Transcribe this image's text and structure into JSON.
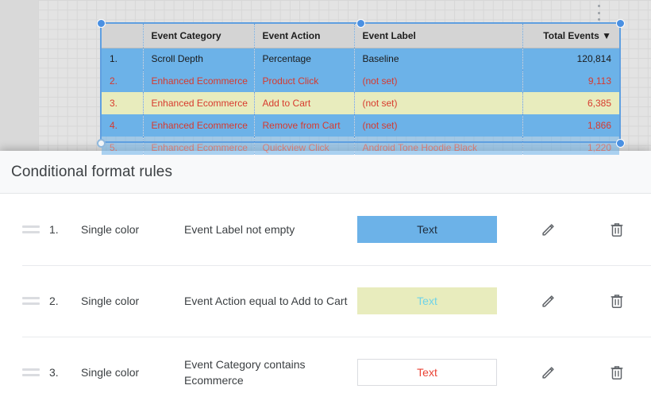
{
  "background": {
    "kebab_menu_label": "more-options",
    "table": {
      "columns": [
        {
          "key": "idx",
          "label": ""
        },
        {
          "key": "cat",
          "label": "Event Category"
        },
        {
          "key": "act",
          "label": "Event Action"
        },
        {
          "key": "lbl",
          "label": "Event Label"
        },
        {
          "key": "tot",
          "label": "Total Events"
        }
      ],
      "sort_indicator": "▼",
      "rows": [
        {
          "idx": "1.",
          "cat": "Scroll Depth",
          "act": "Percentage",
          "lbl": "Baseline",
          "tot": "120,814",
          "style": "blue",
          "ecommerce": false
        },
        {
          "idx": "2.",
          "cat": "Enhanced Ecommerce",
          "act": "Product Click",
          "lbl": "(not set)",
          "tot": "9,113",
          "style": "blue",
          "ecommerce": true
        },
        {
          "idx": "3.",
          "cat": "Enhanced Ecommerce",
          "act": "Add to Cart",
          "lbl": "(not set)",
          "tot": "6,385",
          "style": "yellow",
          "ecommerce": true
        },
        {
          "idx": "4.",
          "cat": "Enhanced Ecommerce",
          "act": "Remove from Cart",
          "lbl": "(not set)",
          "tot": "1,866",
          "style": "blue",
          "ecommerce": true
        },
        {
          "idx": "5.",
          "cat": "Enhanced Ecommerce",
          "act": "Quickview Click",
          "lbl": "Android Tone Hoodie Black",
          "tot": "1,220",
          "style": "blue",
          "ecommerce": true
        }
      ]
    }
  },
  "dialog": {
    "title": "Conditional format rules",
    "rules": [
      {
        "index": "1.",
        "type": "Single color",
        "description": "Event Label not empty",
        "preview_text": "Text",
        "background_color": "#6cb2e8",
        "text_color": "#1f2d3d",
        "border_color": "transparent",
        "edit_label": "Edit",
        "delete_label": "Delete"
      },
      {
        "index": "2.",
        "type": "Single color",
        "description": "Event Action equal to Add to Cart",
        "preview_text": "Text",
        "background_color": "#e8ecbd",
        "text_color": "#6fd3e8",
        "border_color": "transparent",
        "edit_label": "Edit",
        "delete_label": "Delete"
      },
      {
        "index": "3.",
        "type": "Single color",
        "description": "Event Category contains Ecommerce",
        "preview_text": "Text",
        "background_color": "#ffffff",
        "text_color": "#ea4335",
        "border_color": "#dadce0",
        "edit_label": "Edit",
        "delete_label": "Delete"
      }
    ]
  }
}
